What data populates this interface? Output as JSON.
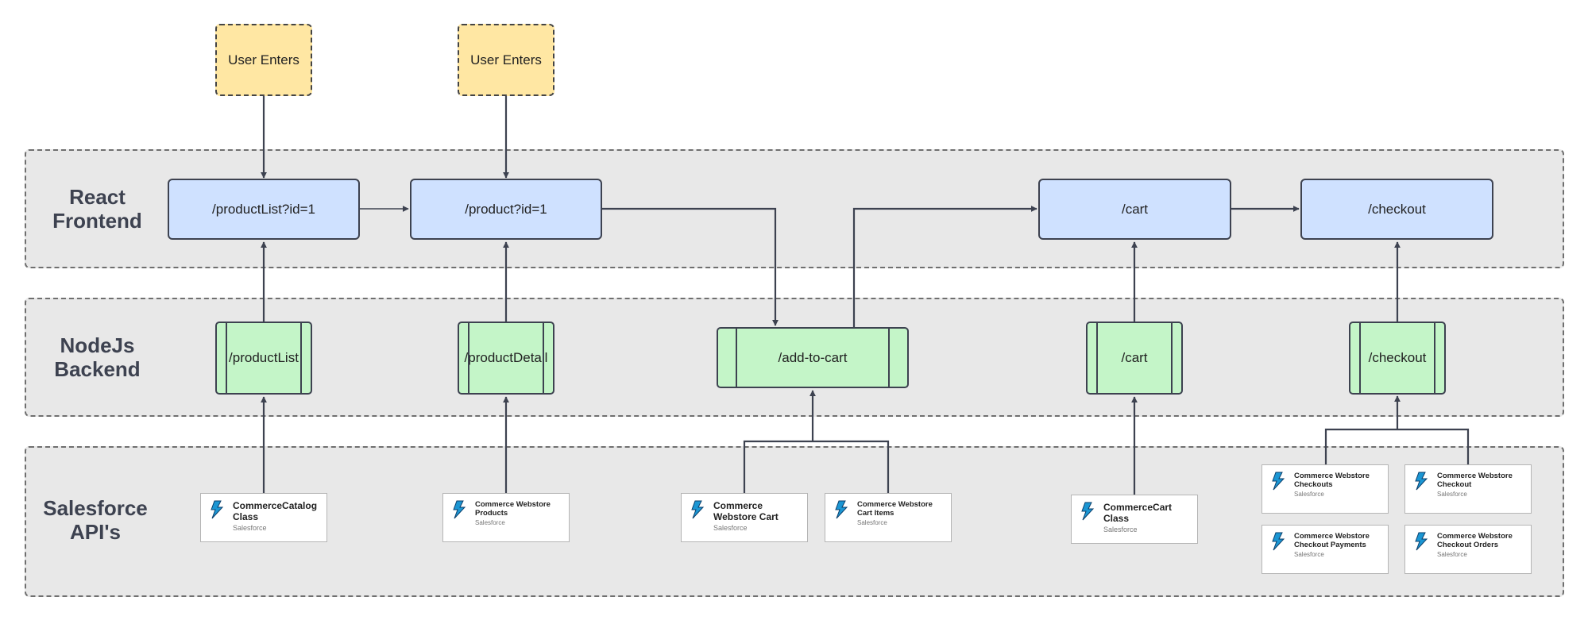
{
  "lanes": {
    "frontend": "React\nFrontend",
    "backend": "NodeJs\nBackend",
    "apis": "Salesforce\nAPI's"
  },
  "user_enters": [
    "User Enters",
    "User Enters"
  ],
  "frontend_nodes": [
    "/productList?id=1",
    "/product?id=1",
    "/cart",
    "/checkout"
  ],
  "backend_nodes": [
    "/productList",
    "/productDetail",
    "/add-to-cart",
    "/cart",
    "/checkout"
  ],
  "api_cards": [
    {
      "title": "CommerceCatalog Class",
      "source": "Salesforce"
    },
    {
      "title": "Commerce Webstore Products",
      "source": "Salesforce"
    },
    {
      "title": "Commerce Webstore Cart",
      "source": "Salesforce"
    },
    {
      "title": "Commerce Webstore Cart Items",
      "source": "Salesforce"
    },
    {
      "title": "CommerceCart Class",
      "source": "Salesforce"
    },
    {
      "title": "Commerce Webstore Checkouts",
      "source": "Salesforce"
    },
    {
      "title": "Commerce Webstore Checkout",
      "source": "Salesforce"
    },
    {
      "title": "Commerce Webstore Checkout Payments",
      "source": "Salesforce"
    },
    {
      "title": "Commerce Webstore Checkout Orders",
      "source": "Salesforce"
    }
  ],
  "icon": "salesforce-bolt-icon",
  "colors": {
    "lane_fill": "#e8e8e8",
    "user_fill": "#ffe7a3",
    "frontend_fill": "#cfe1ff",
    "backend_fill": "#c4f5c8",
    "bolt": "#1b96d3",
    "stroke": "#3d4250"
  }
}
